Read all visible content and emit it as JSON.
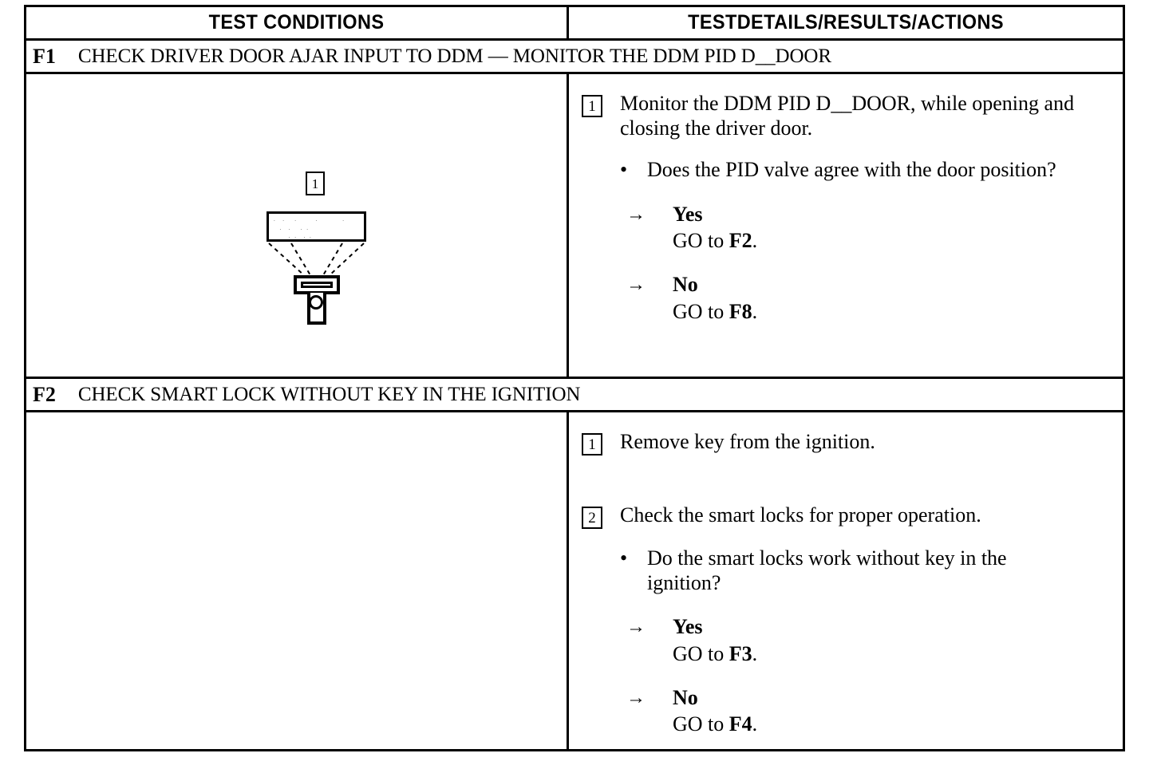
{
  "table": {
    "columns": [
      {
        "label": "TEST CONDITIONS"
      },
      {
        "label": "TESTDETAILS/RESULTS/ACTIONS"
      }
    ],
    "steps": [
      {
        "code": "F1",
        "title": "CHECK DRIVER DOOR AJAR INPUT TO DDM — MONITOR THE DDM PID D__DOOR",
        "diagram": {
          "callout_number": "1",
          "module_label": "",
          "speckle": ". .   .     .        .            .\n  .  .   . .\n     . .  . ."
        },
        "items": [
          {
            "number": "1",
            "text": "Monitor the DDM PID D__DOOR, while opening and closing the driver door."
          }
        ],
        "bullets": [
          {
            "marker": "•",
            "text": "Does the PID valve agree with the door position?"
          }
        ],
        "branches": [
          {
            "arrow": "→",
            "label": "Yes",
            "action_prefix": "GO to ",
            "action_target": "F2",
            "action_suffix": "."
          },
          {
            "arrow": "→",
            "label": "No",
            "action_prefix": "GO to ",
            "action_target": "F8",
            "action_suffix": "."
          }
        ]
      },
      {
        "code": "F2",
        "title": "CHECK SMART LOCK WITHOUT KEY IN THE IGNITION",
        "diagram": null,
        "items": [
          {
            "number": "1",
            "text": "Remove key from the ignition."
          },
          {
            "number": "2",
            "text": "Check the smart locks for proper operation."
          }
        ],
        "bullets": [
          {
            "marker": "•",
            "text": "Do the smart locks work without key in the ignition?"
          }
        ],
        "branches": [
          {
            "arrow": "→",
            "label": "Yes",
            "action_prefix": "GO to ",
            "action_target": "F3",
            "action_suffix": "."
          },
          {
            "arrow": "→",
            "label": "No",
            "action_prefix": "GO to ",
            "action_target": "F4",
            "action_suffix": "."
          }
        ]
      }
    ]
  },
  "colors": {
    "ink": "#000000",
    "paper": "#ffffff"
  }
}
